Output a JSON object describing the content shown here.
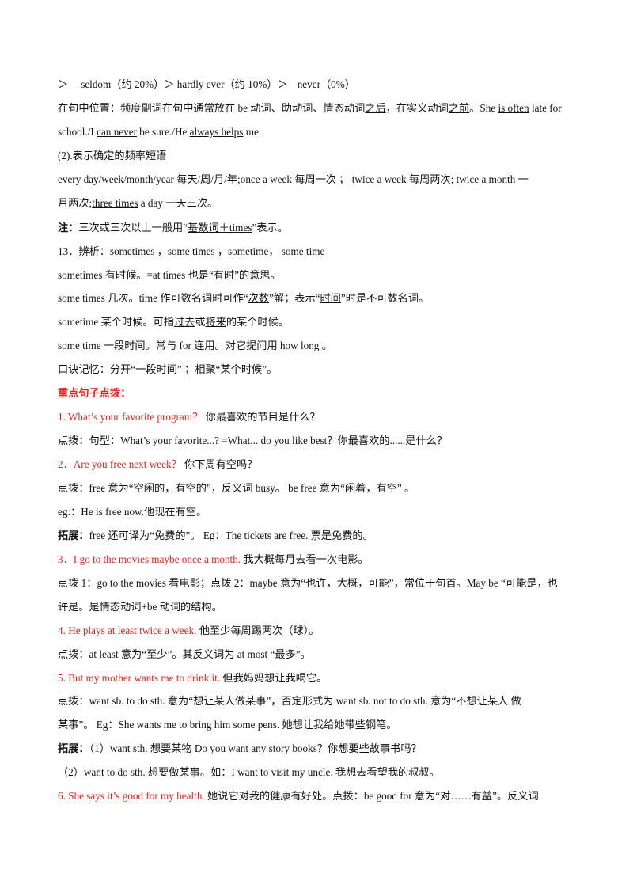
{
  "lines": {
    "l1": {
      "a": "＞",
      "b": "seldom（约 20%）＞ hardly ever（约 10%）＞",
      "c": "never（0%）"
    },
    "l2": {
      "a": "在句中位置：频度副词在句中通常放在 be 动词、助动词、情态动词",
      "u1": "之后",
      "b": "，在实义动词",
      "u2": "之前",
      "c": "。She ",
      "u3": "is often",
      "d": " late for"
    },
    "l3": {
      "a": "school./I ",
      "u1": "can never",
      "b": " be sure./He ",
      "u2": "always helps",
      "c": " me."
    },
    "l4": {
      "a": "(2).表示确定的频率短语"
    },
    "l5": {
      "a": "every day/week/month/year  每天/周/月/年;",
      "u1": "once",
      "b": " a week  每周一次 ； ",
      "u2": "twice",
      "c": " a week  每周两次; ",
      "u3": "twice",
      "d": " a month  一"
    },
    "l6": {
      "a": "月两次;",
      "u1": "three times",
      "b": " a day 一天三次。"
    },
    "l7": {
      "bold": "注：",
      "a": "三次或三次以上一般用“",
      "u1": "基数词＋times",
      "b": "”表示。"
    },
    "l8": {
      "a": "13．辨析：sometimes ，some times ，sometime，  some time"
    },
    "l9": {
      "a": "sometimes  有时候。=at times 也是“有时”的意思。"
    },
    "l10": {
      "a": "some times  几次。time 作可数名词时可作“",
      "u1": "次数",
      "b": "”解；表示“",
      "u2": "时间",
      "c": "”时是不可数名词。"
    },
    "l11": {
      "a": "sometime  某个时候。可指",
      "u1": "过去",
      "b": "或",
      "u2": "将来",
      "c": "的某个时候。"
    },
    "l12": {
      "a": "some time  一段时间。常与 for 连用。对它提问用 how long 。"
    },
    "l13": {
      "a": "口诀记忆：分开“一段时间”  ；相聚“某个时候”。"
    },
    "l14": {
      "boldred": "重点句子点拨："
    },
    "l15": {
      "red": "1. What’s your favorite program？",
      "a": "  你最喜欢的节目是什么？"
    },
    "l16": {
      "a": "点拨：句型：What’s your favorite...?  =What... do you like best？你最喜欢的......是什么？"
    },
    "l17": {
      "red": "2．Are you free next week？",
      "a": "  你下周有空吗？"
    },
    "l18": {
      "a": "点拨：free 意为“空闲的，有空的”，反义词 busy。  be free 意为“闲着，有空”  。"
    },
    "l19": {
      "a": "eg:：He is free now.他现在有空。"
    },
    "l20": {
      "bold": "拓展：",
      "a": "free 还可译为“免费的”。    Eg：The tickets are free. 票是免费的。"
    },
    "l21": {
      "red": "3．I go to the movies maybe once a month.",
      "a": " 我大概每月去看一次电影。"
    },
    "l22": {
      "a": "点拨 1：go to the movies 看电影；点拨 2：maybe 意为“也许，大概，可能”，常位于句首。May  be “可能是，也"
    },
    "l23": {
      "a": "许是。是情态动词+be 动词的结构。"
    },
    "l24": {
      "red": "4. He plays at least twice a week.",
      "a": "  他至少每周踢两次（球）。"
    },
    "l25": {
      "a": "点拨：at least 意为“至少”。其反义词为 at most “最多”。"
    },
    "l26": {
      "red": "5. But my mother wants me to drink it.",
      "a": " 但我妈妈想让我喝它。"
    },
    "l27": {
      "a": "点拨：want sb. to do sth. 意为“想让某人做某事”，否定形式为 want sb. not to do sth. 意为“不想让某人    做"
    },
    "l28": {
      "a": "某事”。  Eg：She wants me to bring him some pens.  她想让我给她带些钢笔。"
    },
    "l29": {
      "bold": "拓展：",
      "a": "（1）want sth. 想要某物    Do you want any story books？你想要些故事书吗？"
    },
    "l30": {
      "a": "（2）want to do sth. 想要做某事。如：I want to visit my uncle.  我想去看望我的叔叔。"
    },
    "l31": {
      "red": "6. She says it’s good for my health.",
      "a": " 她说它对我的健康有好处。点拨：be good for 意为“对……有益”。反义词"
    }
  }
}
